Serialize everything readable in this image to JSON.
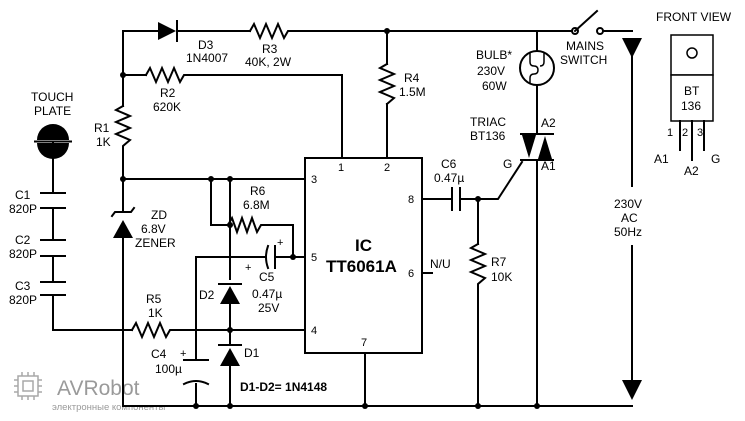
{
  "title": "",
  "touch_plate": {
    "line1": "TOUCH",
    "line2": "PLATE"
  },
  "capacitors": {
    "c1": {
      "name": "C1",
      "value": "820P"
    },
    "c2": {
      "name": "C2",
      "value": "820P"
    },
    "c3": {
      "name": "C3",
      "value": "820P"
    },
    "c4": {
      "name": "C4",
      "value": "100µ"
    },
    "c5": {
      "name": "C5",
      "value": "0.47µ",
      "rating": "25V"
    },
    "c6": {
      "name": "C6",
      "value": "0.47µ"
    }
  },
  "resistors": {
    "r1": {
      "name": "R1",
      "value": "1K"
    },
    "r2": {
      "name": "R2",
      "value": "620K"
    },
    "r3": {
      "name": "R3",
      "value": "40K, 2W"
    },
    "r4": {
      "name": "R4",
      "value": "1.5M"
    },
    "r5": {
      "name": "R5",
      "value": "1K"
    },
    "r6": {
      "name": "R6",
      "value": "6.8M"
    },
    "r7": {
      "name": "R7",
      "value": "10K"
    }
  },
  "diodes": {
    "d1": "D1",
    "d2": "D2",
    "d3": {
      "name": "D3",
      "part": "1N4007"
    },
    "note": "D1-D2= 1N4148"
  },
  "zener": {
    "name": "ZD",
    "value": "6.8V",
    "type": "ZENER"
  },
  "ic": {
    "label": "IC",
    "part": "TT6061A",
    "pins": [
      "1",
      "2",
      "3",
      "4",
      "5",
      "6",
      "7",
      "8"
    ],
    "nc_label": "N/U"
  },
  "bulb": {
    "name": "BULB*",
    "voltage": "230V",
    "power": "60W"
  },
  "mains_switch": {
    "line1": "MAINS",
    "line2": "SWITCH"
  },
  "triac": {
    "name": "TRIAC",
    "part": "BT136",
    "a2": "A2",
    "a1": "A1",
    "gate": "G"
  },
  "supply": {
    "line1": "230V",
    "line2": "AC",
    "line3": "50Hz"
  },
  "front_view": {
    "title": "FRONT VIEW",
    "part_line1": "BT",
    "part_line2": "136",
    "pin_numbers": [
      "1",
      "2",
      "3"
    ],
    "pin_names": [
      "A1",
      "A2",
      "G"
    ]
  },
  "watermark": {
    "brand": "AVRobot",
    "tagline": "электронные компоненты"
  }
}
